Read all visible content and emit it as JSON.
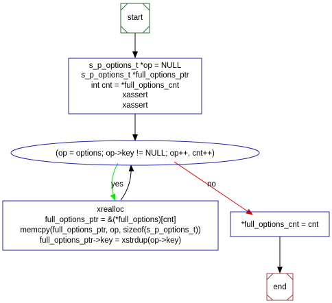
{
  "colors": {
    "start_node": "#2e6b2e",
    "end_node": "#a04040",
    "process_node": "#2222aa",
    "loop_node": "#2222aa",
    "edge_default": "#000000",
    "edge_yes": "#00ee00",
    "edge_no": "#ee0000"
  },
  "nodes": {
    "start": {
      "label": "start"
    },
    "init_block": {
      "lines": [
        "s_p_options_t *op = NULL",
        "s_p_options_t *full_options_ptr",
        "int cnt = *full_options_cnt",
        "xassert",
        "xassert"
      ]
    },
    "loop": {
      "label": "(op = options; op->key != NULL; op++, cnt++)"
    },
    "loop_body": {
      "lines": [
        "xrealloc",
        "full_options_ptr = &(*full_options)[cnt]",
        "memcpy(full_options_ptr, op, sizeof(s_p_options_t))",
        "full_options_ptr->key = xstrdup(op->key)"
      ]
    },
    "assign_cnt": {
      "label": "*full_options_cnt = cnt"
    },
    "end": {
      "label": "end"
    }
  },
  "edges": {
    "yes": {
      "label": "yes"
    },
    "no": {
      "label": "no"
    }
  }
}
